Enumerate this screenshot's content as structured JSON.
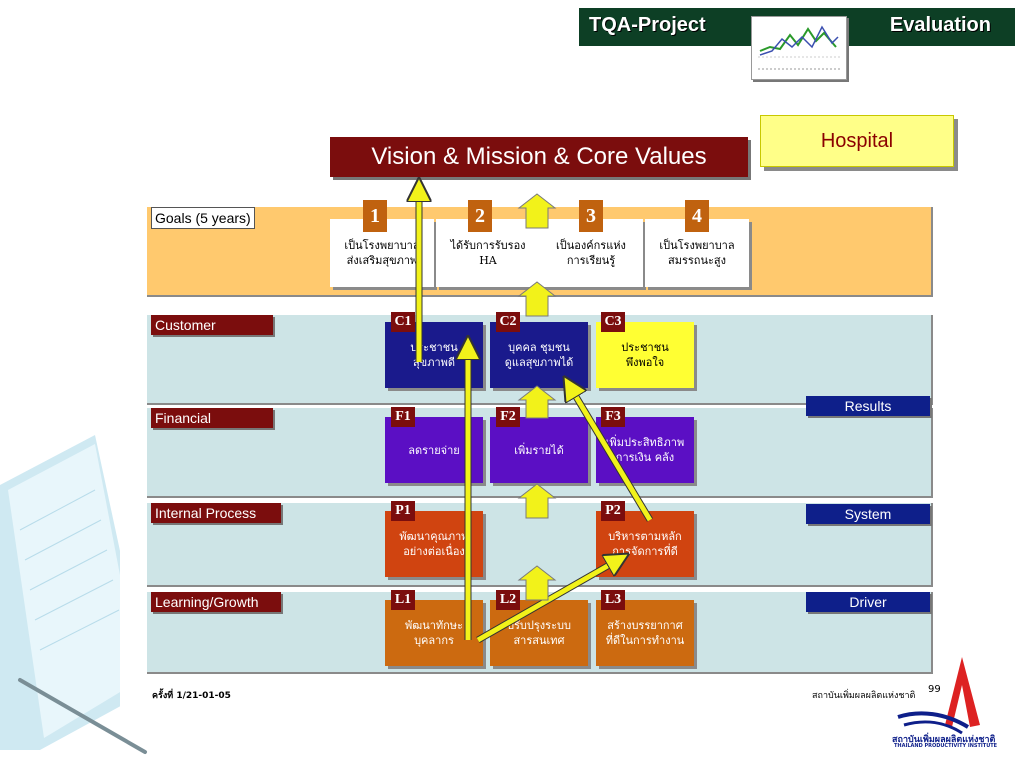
{
  "header": {
    "left_title": "TQA-Project",
    "right_title": "Evaluation"
  },
  "hospital": "Hospital",
  "vision": "Vision & Mission & Core Values",
  "goals": {
    "label": "Goals (5 years)",
    "items": [
      {
        "num": "1",
        "text": "เป็นโรงพยาบาล\nส่งเสริมสุขภาพ"
      },
      {
        "num": "2",
        "text": "ได้รับการรับรอง\nHA"
      },
      {
        "num": "3",
        "text": "เป็นองค์กรแห่ง\nการเรียนรู้"
      },
      {
        "num": "4",
        "text": "เป็นโรงพยาบาล\nสมรรถนะสูง"
      }
    ]
  },
  "rows": {
    "customer": "Customer",
    "financial": "Financial",
    "internal": "Internal Process",
    "learning": "Learning/Growth"
  },
  "side": {
    "results": "Results",
    "system": "System",
    "driver": "Driver"
  },
  "boxes": {
    "c1": {
      "code": "C1",
      "text": "ประชาชน\nสุขภาพดี"
    },
    "c2": {
      "code": "C2",
      "text": "บุคคล ชุมชน\nดูแลสุขภาพได้"
    },
    "c3": {
      "code": "C3",
      "text": "ประชาชน\nพึงพอใจ"
    },
    "f1": {
      "code": "F1",
      "text": "ลดรายจ่าย"
    },
    "f2": {
      "code": "F2",
      "text": "เพิ่มรายได้"
    },
    "f3": {
      "code": "F3",
      "text": "เพิ่มประสิทธิภาพ\nการเงิน คลัง"
    },
    "p1": {
      "code": "P1",
      "text": "พัฒนาคุณภาพ\nอย่างต่อเนื่อง"
    },
    "p2": {
      "code": "P2",
      "text": "บริหารตามหลัก\nการจัดการที่ดี"
    },
    "l1": {
      "code": "L1",
      "text": "พัฒนาทักษะ\nบุคลากร"
    },
    "l2": {
      "code": "L2",
      "text": "ปรับปรุงระบบ\nสารสนเทศ"
    },
    "l3": {
      "code": "L3",
      "text": "สร้างบรรยากาศ\nที่ดีในการทำงาน"
    }
  },
  "footer": {
    "left": "ครั้งที่ 1/21-01-05",
    "right": "สถาบันเพิ่มผลผลิตแห่งชาติ",
    "page": "99",
    "logo_th": "สถาบันเพิ่มผลผลิตแห่งชาติ",
    "logo_en": "THAILAND PRODUCTIVITY INSTITUTE"
  },
  "colors": {
    "header_bg": "#0d3f25",
    "maroon": "#7b0d0d",
    "navy_box": "#1a1a8c",
    "purple_box": "#5b0fc4",
    "orange_box": "#cc6a10",
    "orange_red_box": "#d04410",
    "yellow_box": "#ffff33",
    "goal_band": "#ffc96e",
    "row_band": "#cde4e6",
    "arrow": "#f2f21a"
  }
}
